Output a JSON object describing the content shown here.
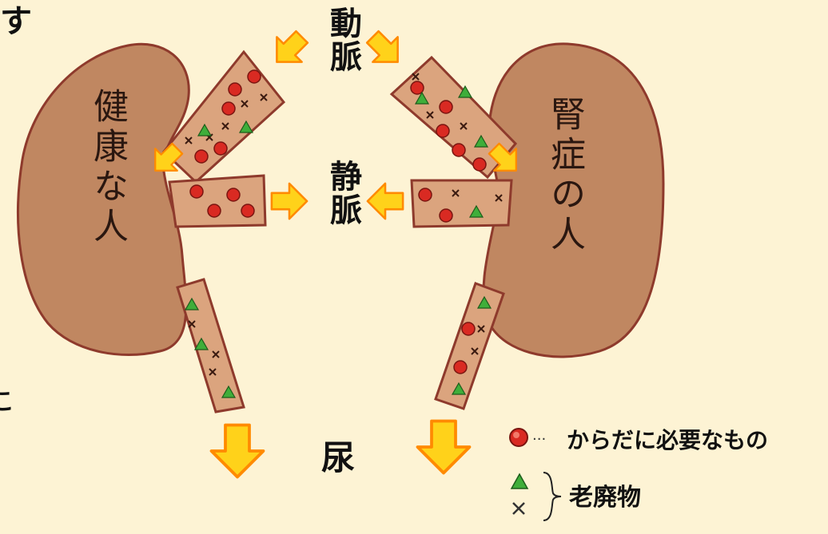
{
  "labels": {
    "artery": "動脈",
    "vein": "静脈",
    "urine": "尿",
    "healthy_person": "健康な人",
    "kidney_disease_person": "腎症の人"
  },
  "legend": {
    "needed_items": "からだに必要なもの",
    "waste_products": "老廃物"
  },
  "edge_marks": {
    "top_left": "す",
    "left_mid": "こ"
  },
  "colors": {
    "background": "#fdf3d4",
    "kidney": "#c08761",
    "kidney_outline": "#8e3a2c",
    "vessel": "#dba47e",
    "arrow_fill": "#ffd21a",
    "arrow_outline": "#ff8a00",
    "needed_dot": "#d92a22",
    "waste_triangle": "#3fae3a"
  }
}
